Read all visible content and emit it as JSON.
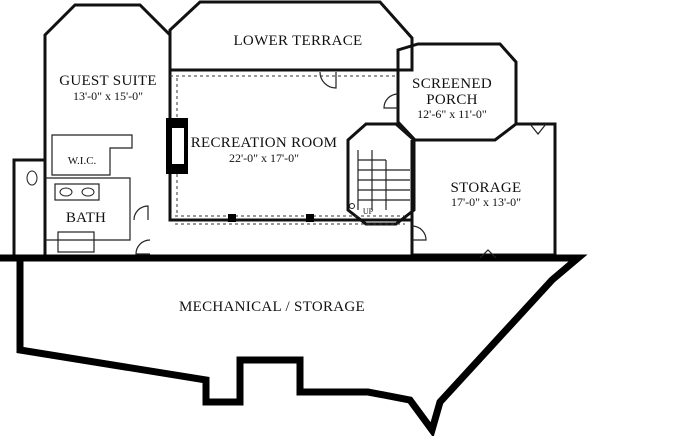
{
  "rooms": {
    "lower_terrace": {
      "name": "LOWER TERRACE"
    },
    "guest_suite": {
      "name": "GUEST SUITE",
      "dims": "13'-0\" x 15'-0\""
    },
    "recreation_room": {
      "name": "RECREATION ROOM",
      "dims": "22'-0\" x 17'-0\""
    },
    "screened_porch": {
      "name_line1": "SCREENED",
      "name_line2": "PORCH",
      "dims": "12'-6\" x 11'-0\""
    },
    "storage": {
      "name": "STORAGE",
      "dims": "17'-0\" x 13'-0\""
    },
    "wic": {
      "name": "W.I.C."
    },
    "bath": {
      "name": "BATH"
    },
    "mechanical": {
      "name": "MECHANICAL / STORAGE"
    }
  },
  "stair": {
    "label": "UP"
  }
}
